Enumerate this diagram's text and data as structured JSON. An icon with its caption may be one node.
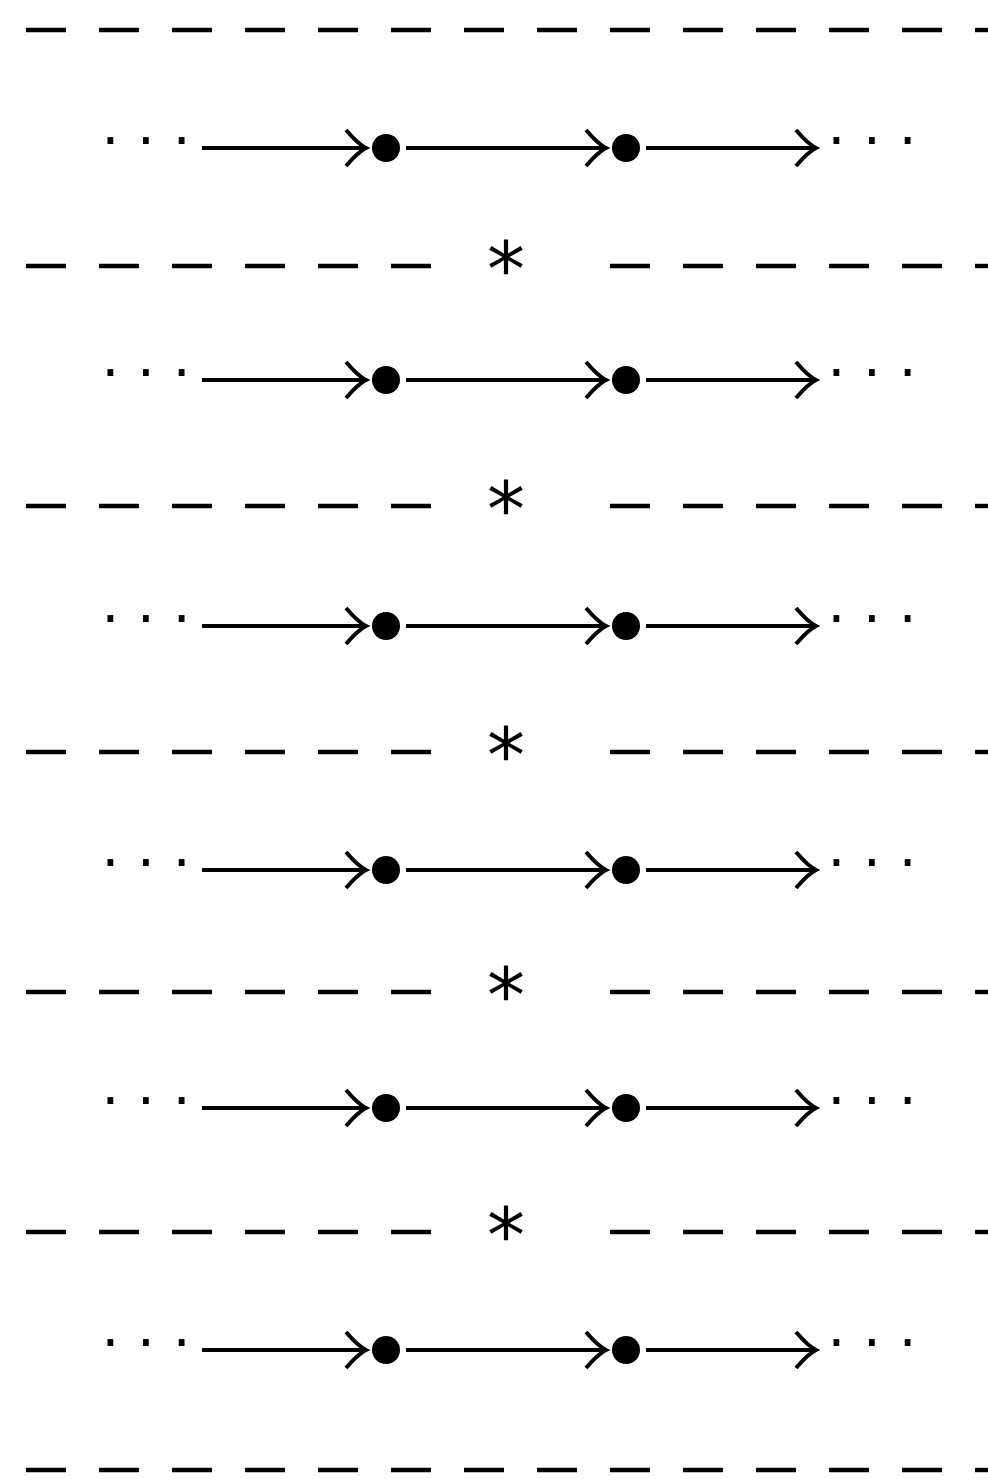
{
  "diagram": {
    "nodes": [
      {
        "text": [
          "· · ·"
        ]
      },
      {
        "text": [],
        "shape": "circle"
      },
      {
        "text": [],
        "shape": "circle"
      },
      {
        "text": [
          "· · ·"
        ]
      },
      {
        "text": [
          "· · ·"
        ]
      },
      {
        "text": [],
        "shape": "circle"
      },
      {
        "text": [],
        "shape": "circle"
      },
      {
        "text": [
          "· · ·"
        ]
      },
      {
        "text": [
          "· · ·"
        ]
      },
      {
        "text": [],
        "shape": "circle"
      },
      {
        "text": [],
        "shape": "circle"
      },
      {
        "text": [
          "· · ·"
        ]
      },
      {
        "text": [
          "· · ·"
        ]
      },
      {
        "text": [],
        "shape": "circle"
      },
      {
        "text": [],
        "shape": "circle"
      },
      {
        "text": [
          "· · ·"
        ]
      },
      {
        "text": [
          "· · ·"
        ]
      },
      {
        "text": [],
        "shape": "circle"
      },
      {
        "text": [],
        "shape": "circle"
      },
      {
        "text": [
          "· · ·"
        ]
      },
      {
        "text": [
          "· · ·"
        ]
      },
      {
        "text": [],
        "shape": "circle"
      },
      {
        "text": [],
        "shape": "circle"
      },
      {
        "text": [
          "· · ·"
        ]
      }
    ],
    "edges": [
      {
        "from": 0,
        "to": 1,
        "arrow": "to"
      },
      {
        "from": 1,
        "to": 2,
        "arrow": "to"
      },
      {
        "from": 2,
        "to": 3,
        "arrow": "to"
      },
      {
        "from": 4,
        "to": 5,
        "arrow": "to"
      },
      {
        "from": 5,
        "to": 6,
        "arrow": "to"
      },
      {
        "from": 6,
        "to": 7,
        "arrow": "to"
      },
      {
        "from": 8,
        "to": 9,
        "arrow": "to"
      },
      {
        "from": 9,
        "to": 10,
        "arrow": "to"
      },
      {
        "from": 10,
        "to": 11,
        "arrow": "to"
      },
      {
        "from": 12,
        "to": 13,
        "arrow": "to"
      },
      {
        "from": 13,
        "to": 14,
        "arrow": "to"
      },
      {
        "from": 14,
        "to": 15,
        "arrow": "to"
      },
      {
        "from": 16,
        "to": 17,
        "arrow": "to"
      },
      {
        "from": 17,
        "to": 18,
        "arrow": "to"
      },
      {
        "from": 18,
        "to": 19,
        "arrow": "to"
      },
      {
        "from": 20,
        "to": 21,
        "arrow": "to"
      },
      {
        "from": 21,
        "to": 22,
        "arrow": "to"
      },
      {
        "from": 22,
        "to": 23,
        "arrow": "to"
      }
    ],
    "labels": [
      "*",
      "*",
      "*",
      "*",
      "*"
    ]
  }
}
